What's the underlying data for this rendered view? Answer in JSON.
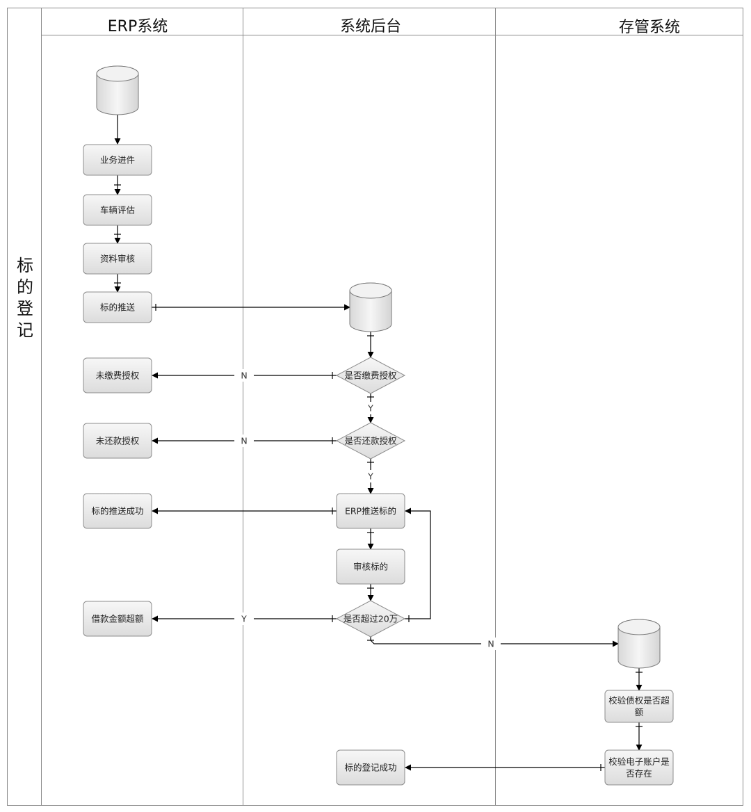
{
  "pool": {
    "title_chars": [
      "标",
      "的",
      "登",
      "记"
    ]
  },
  "lanes": [
    {
      "id": "erp",
      "title": "ERP系统"
    },
    {
      "id": "backend",
      "title": "系统后台"
    },
    {
      "id": "custody",
      "title": "存管系统"
    }
  ],
  "nodes": {
    "erp_start": {
      "type": "cylinder"
    },
    "biz_entry": {
      "type": "process",
      "lines": [
        "业务进件"
      ]
    },
    "vehicle_eval": {
      "type": "process",
      "lines": [
        "车辆评估"
      ]
    },
    "doc_review": {
      "type": "process",
      "lines": [
        "资料审核"
      ]
    },
    "target_push": {
      "type": "process",
      "lines": [
        "标的推送"
      ]
    },
    "backend_db": {
      "type": "cylinder"
    },
    "check_fee_auth": {
      "type": "decision",
      "lines": [
        "是否缴费授权"
      ]
    },
    "no_fee_auth": {
      "type": "process",
      "lines": [
        "未缴费授权"
      ]
    },
    "check_repay_auth": {
      "type": "decision",
      "lines": [
        "是否还款授权"
      ]
    },
    "no_repay_auth": {
      "type": "process",
      "lines": [
        "未还款授权"
      ]
    },
    "erp_push_target": {
      "type": "process",
      "lines": [
        "ERP推送标的"
      ]
    },
    "push_success": {
      "type": "process",
      "lines": [
        "标的推送成功"
      ]
    },
    "review_target": {
      "type": "process",
      "lines": [
        "审核标的"
      ]
    },
    "check_over_20w": {
      "type": "decision",
      "lines": [
        "是否超过20万"
      ]
    },
    "loan_over_limit": {
      "type": "process",
      "lines": [
        "借款金额超额"
      ]
    },
    "custody_db": {
      "type": "cylinder"
    },
    "verify_claim": {
      "type": "process",
      "lines": [
        "校验债权是否超",
        "额"
      ]
    },
    "verify_account": {
      "type": "process",
      "lines": [
        "校验电子账户是",
        "否存在"
      ]
    },
    "register_success": {
      "type": "process",
      "lines": [
        "标的登记成功"
      ]
    }
  },
  "edges": [
    {
      "id": "e1",
      "from": "erp_start",
      "to": "biz_entry",
      "label": ""
    },
    {
      "id": "e2",
      "from": "biz_entry",
      "to": "vehicle_eval",
      "label": ""
    },
    {
      "id": "e3",
      "from": "vehicle_eval",
      "to": "doc_review",
      "label": ""
    },
    {
      "id": "e4",
      "from": "doc_review",
      "to": "target_push",
      "label": ""
    },
    {
      "id": "e5",
      "from": "target_push",
      "to": "backend_db",
      "label": ""
    },
    {
      "id": "e6",
      "from": "backend_db",
      "to": "check_fee_auth",
      "label": ""
    },
    {
      "id": "e7",
      "from": "check_fee_auth",
      "to": "no_fee_auth",
      "label": "N"
    },
    {
      "id": "e8",
      "from": "check_fee_auth",
      "to": "check_repay_auth",
      "label": "Y"
    },
    {
      "id": "e9",
      "from": "check_repay_auth",
      "to": "no_repay_auth",
      "label": "N"
    },
    {
      "id": "e10",
      "from": "check_repay_auth",
      "to": "erp_push_target",
      "label": "Y"
    },
    {
      "id": "e11",
      "from": "erp_push_target",
      "to": "push_success",
      "label": ""
    },
    {
      "id": "e12",
      "from": "erp_push_target",
      "to": "review_target",
      "label": ""
    },
    {
      "id": "e13",
      "from": "review_target",
      "to": "check_over_20w",
      "label": ""
    },
    {
      "id": "e14",
      "from": "check_over_20w",
      "to": "loan_over_limit",
      "label": "Y"
    },
    {
      "id": "e15",
      "from": "check_over_20w",
      "to": "erp_push_target",
      "label": ""
    },
    {
      "id": "e16",
      "from": "check_over_20w",
      "to": "custody_db",
      "label": "N"
    },
    {
      "id": "e17",
      "from": "custody_db",
      "to": "verify_claim",
      "label": ""
    },
    {
      "id": "e18",
      "from": "verify_claim",
      "to": "verify_account",
      "label": ""
    },
    {
      "id": "e19",
      "from": "verify_account",
      "to": "register_success",
      "label": ""
    }
  ]
}
